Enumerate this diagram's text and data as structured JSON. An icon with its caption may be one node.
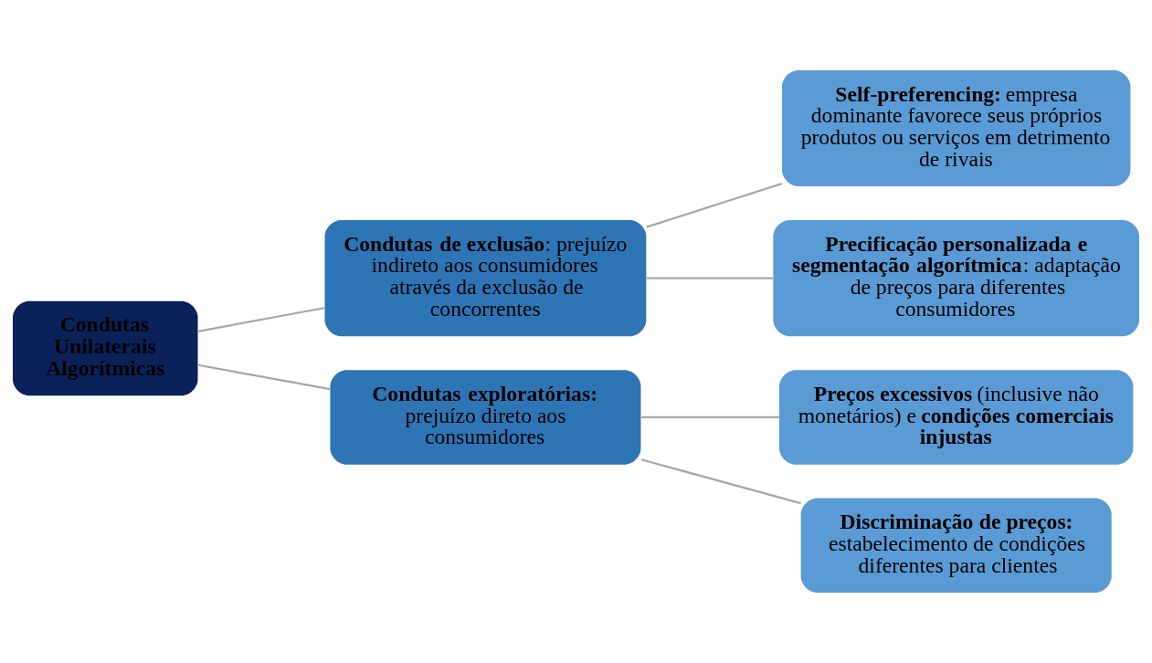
{
  "diagram": {
    "nodes": [
      {
        "text": [
          "**Condutas Unilaterais Algorítmicas**"
        ]
      },
      {
        "text": [
          "**Condutas de exclusão**: prejuízo indireto aos consumidores através da exclusão de concorrentes"
        ]
      },
      {
        "text": [
          "**Condutas exploratórias:** prejuízo direto aos consumidores"
        ]
      },
      {
        "text": [
          "**Self-preferencing:** empresa dominante favorece seus próprios produtos ou serviços em detrimento de rivais"
        ]
      },
      {
        "text": [
          "**Precificação personalizada e segmentação algorítmica**: adaptação de preços para diferentes consumidores"
        ]
      },
      {
        "text": [
          "**Preços excessivos** (inclusive não monetários) e **condições comerciais injustas**"
        ]
      },
      {
        "text": [
          "**Discriminação de preços:** estabelecimento de condições diferentes para clientes"
        ]
      }
    ],
    "edges": [
      {
        "from": 0,
        "to": 1,
        "arrow": "none"
      },
      {
        "from": 0,
        "to": 2,
        "arrow": "none"
      },
      {
        "from": 1,
        "to": 3,
        "arrow": "none"
      },
      {
        "from": 1,
        "to": 4,
        "arrow": "none"
      },
      {
        "from": 2,
        "to": 5,
        "arrow": "none"
      },
      {
        "from": 2,
        "to": 6,
        "arrow": "none"
      }
    ]
  }
}
